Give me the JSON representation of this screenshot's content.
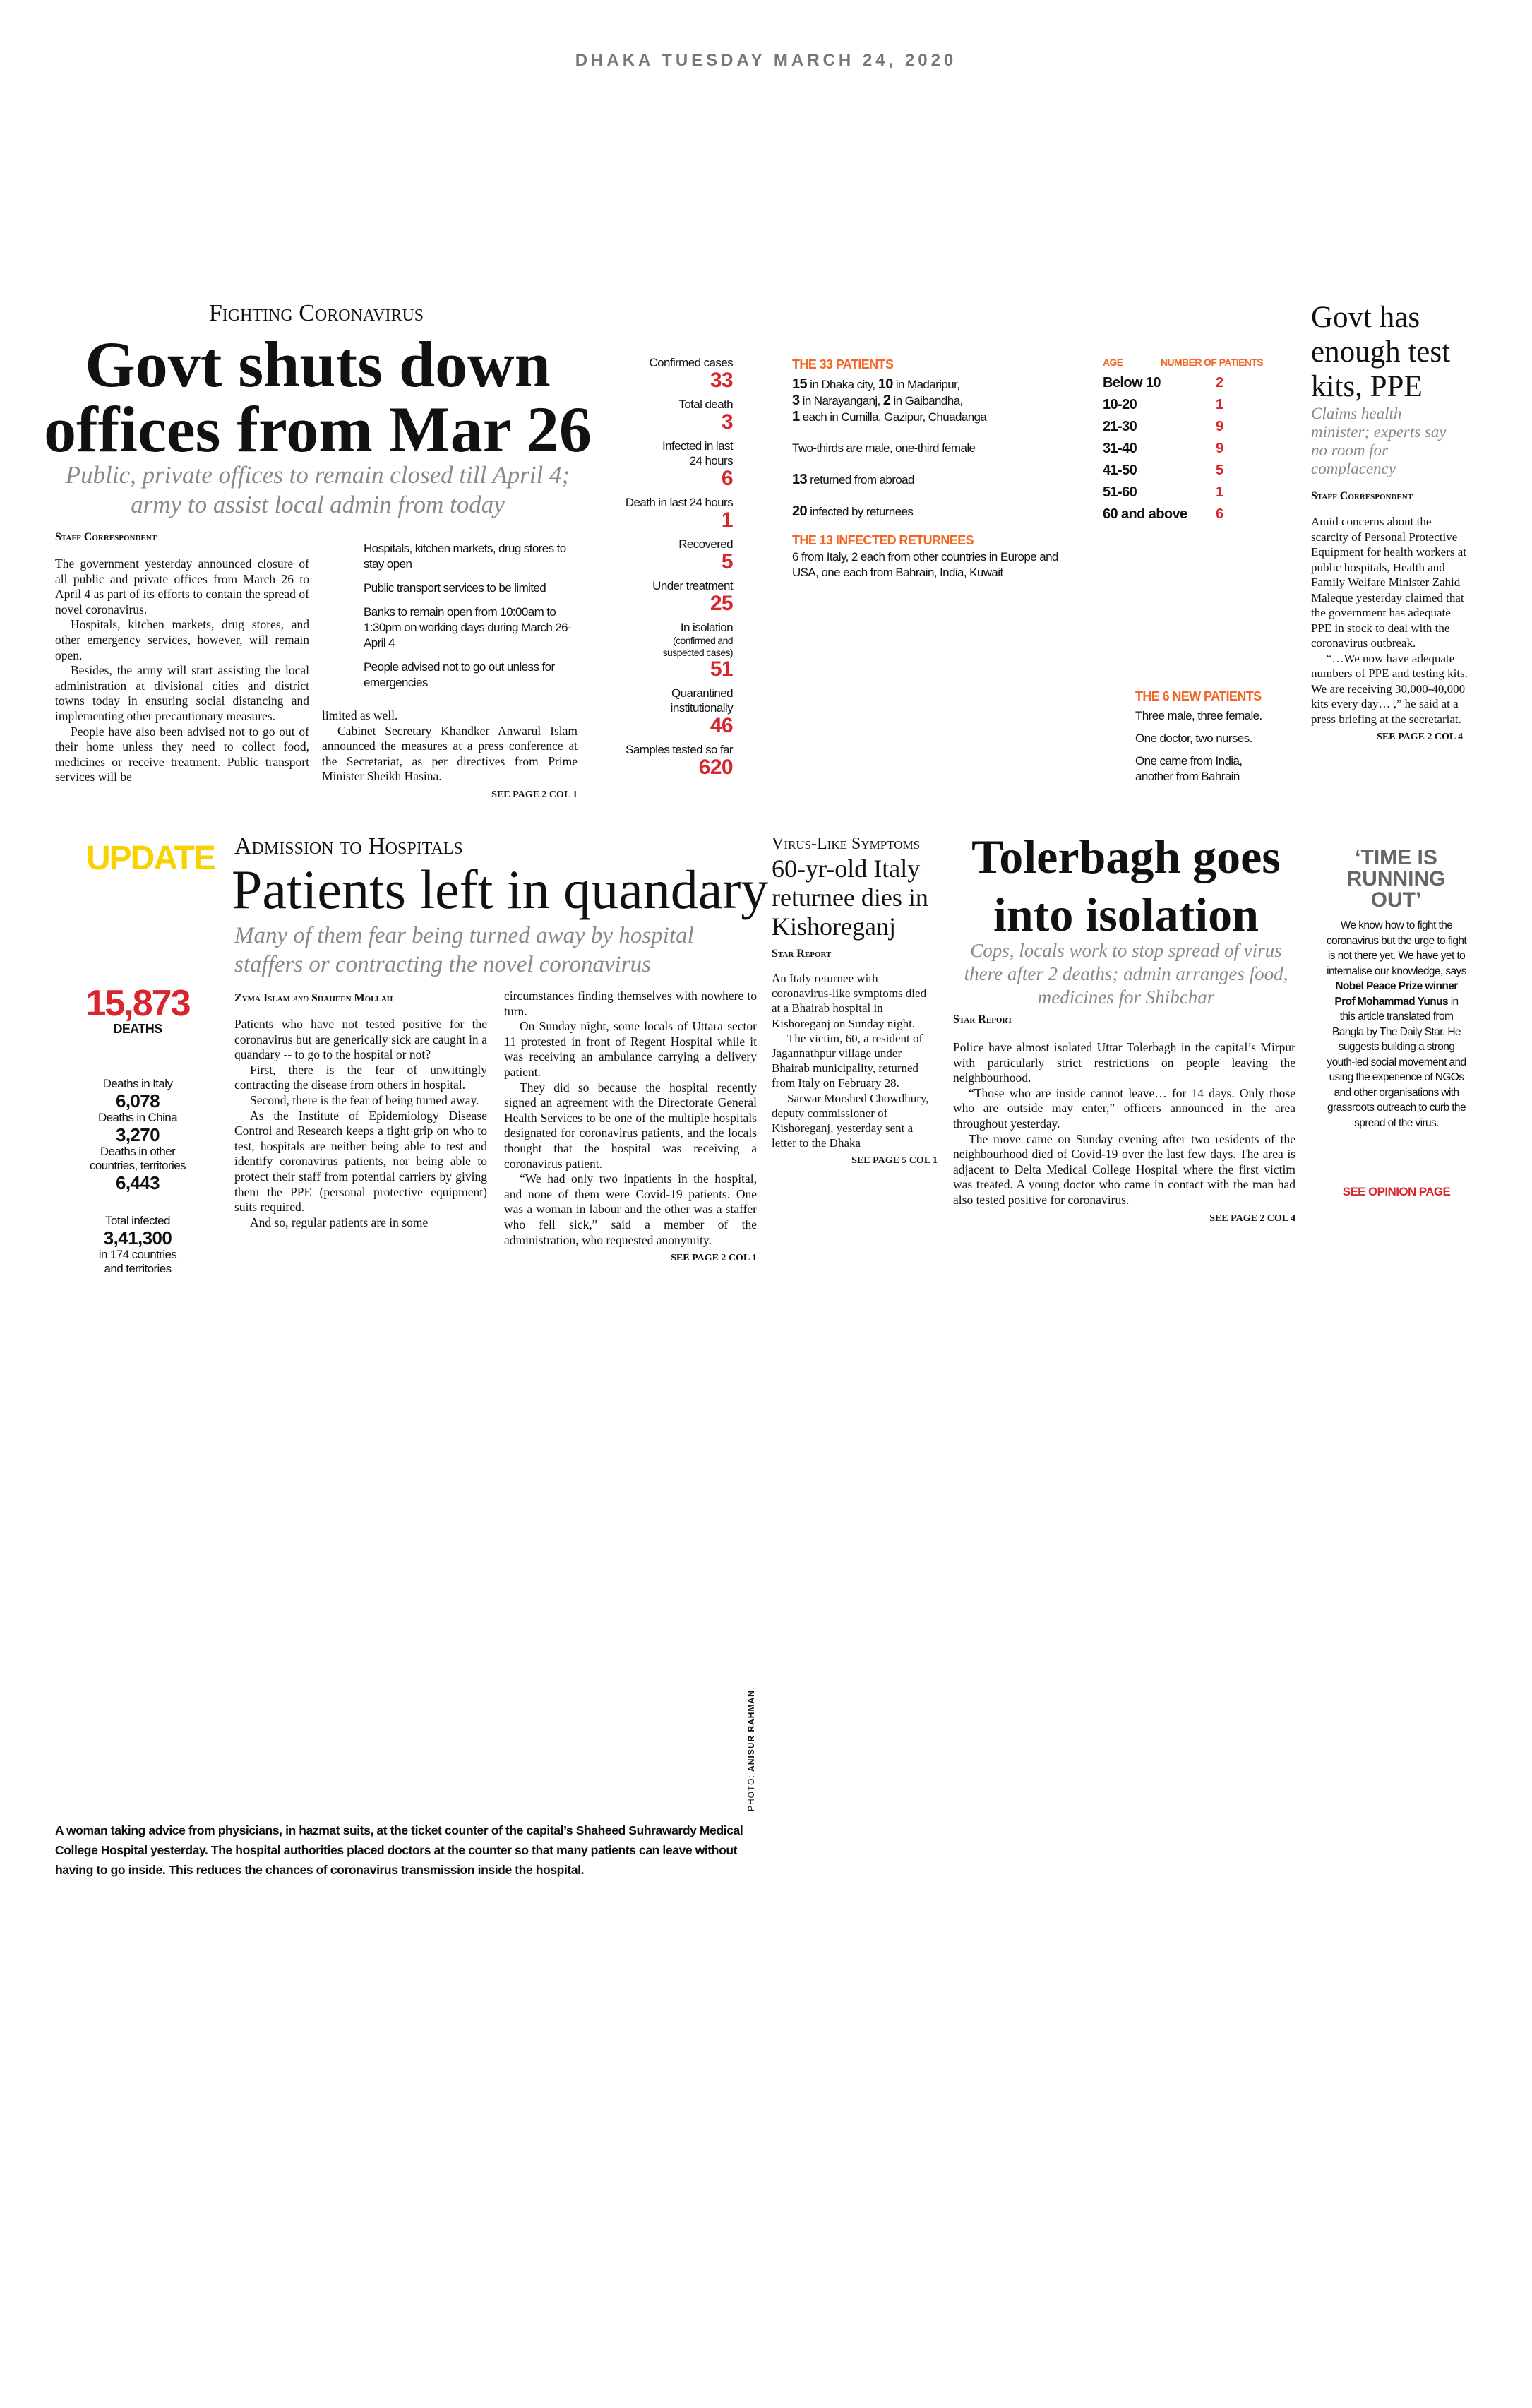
{
  "dateline": "DHAKA TUESDAY MARCH 24, 2020",
  "lead": {
    "kicker": "Fighting Coronavirus",
    "headline_1": "Govt shuts down",
    "headline_2": "offices from Mar 26",
    "subhead_1": "Public, private offices to remain closed till April 4;",
    "subhead_2": "army to assist local admin from today",
    "byline": "Staff Correspondent",
    "col1": [
      "The government yesterday announced closure of all public and private offices from March 26 to April 4 as part of its efforts to contain the spread of novel coronavirus.",
      "Hospitals, kitchen markets, drug stores, and other emergency services, however, will remain open.",
      "Besides, the army will start assisting the local administration at divisional cities and district towns today in ensuring social distancing and implementing other precautionary measures.",
      "People have also been advised not to go out of their home unless they need to collect food, medicines or receive treatment. Public transport services will be"
    ],
    "bullets": [
      "Hospitals, kitchen markets, drug stores to stay open",
      "Public transport services to be limited",
      "Banks to remain open from 10:00am to 1:30pm on working days during March 26-April 4",
      "People advised not to go out unless for emergencies"
    ],
    "col2": [
      "limited as well.",
      "Cabinet Secretary Khandker Anwarul Islam announced the measures at a press conference at the Secretariat, as per directives from Prime Minister Sheikh Hasina."
    ],
    "jump": "SEE PAGE 2 COL 1"
  },
  "stats": [
    {
      "label": "Confirmed cases",
      "value": "33"
    },
    {
      "label": "Total death",
      "value": "3"
    },
    {
      "label": "Infected in last 24 hours",
      "value": "6"
    },
    {
      "label": "Death in last 24 hours",
      "value": "1"
    },
    {
      "label": "Recovered",
      "value": "5"
    },
    {
      "label": "Under treatment",
      "value": "25"
    },
    {
      "label": "In isolation",
      "sublabel": "(confirmed and suspected cases)",
      "value": "51"
    },
    {
      "label": "Quarantined institutionally",
      "value": "46"
    },
    {
      "label": "Samples tested so far",
      "value": "620"
    }
  ],
  "patients33": {
    "title": "THE 33 PATIENTS",
    "lines": [
      [
        "15",
        " in Dhaka city, ",
        "10",
        " in Madaripur,"
      ],
      [
        "3",
        " in Narayanganj, ",
        "2",
        " in Gaibandha,"
      ],
      [
        "1",
        " each in Cumilla, Gazipur, Chuadanga",
        "",
        ""
      ]
    ],
    "gender": "Two-thirds are male, one-third female",
    "abroad_n": "13",
    "abroad": " returned from abroad",
    "returnees_n": "20",
    "returnees": " infected by returnees",
    "ret_title": "THE 13 INFECTED RETURNEES",
    "ret_text": "6 from Italy, 2 each from other countries in Europe and USA, one each from Bahrain, India, Kuwait"
  },
  "age_table": {
    "col_age": "AGE",
    "col_num": "NUMBER OF PATIENTS",
    "rows": [
      {
        "age": "Below 10",
        "n": "2"
      },
      {
        "age": "10-20",
        "n": "1"
      },
      {
        "age": "21-30",
        "n": "9"
      },
      {
        "age": "31-40",
        "n": "9"
      },
      {
        "age": "41-50",
        "n": "5"
      },
      {
        "age": "51-60",
        "n": "1"
      },
      {
        "age": "60 and above",
        "n": "6"
      }
    ]
  },
  "new6": {
    "title": "THE 6 NEW PATIENTS",
    "lines": [
      "Three male, three female.",
      "One doctor, two nurses.",
      "One came from India, another from Bahrain"
    ]
  },
  "ppe": {
    "headline": "Govt has enough test kits, PPE",
    "subhead": "Claims health minister; experts say no room for complacency",
    "byline": "Staff Correspondent",
    "body": [
      "Amid concerns about the scarcity of Personal Protective Equipment for health workers at public hospitals, Health and Family Welfare Minister Zahid Maleque yesterday claimed that the government has adequate PPE in stock to deal with the coronavirus outbreak.",
      "“…We now have adequate numbers of PPE and testing kits. We are receiving 30,000-40,000 kits every day… ,” he said at a press briefing at the secretariat."
    ],
    "jump": "SEE PAGE 2 COL 4"
  },
  "update": {
    "label": "UPDATE",
    "deaths": "15,873",
    "deaths_label": "DEATHS",
    "items": [
      {
        "label": "Deaths in Italy",
        "value": "6,078"
      },
      {
        "label": "Deaths in China",
        "value": "3,270"
      },
      {
        "label": "Deaths in other countries, territories",
        "value": "6,443"
      }
    ],
    "infected_label": "Total infected",
    "infected": "3,41,300",
    "infected_note": "in 174 countries and territories"
  },
  "quandary": {
    "kicker": "Admission to Hospitals",
    "headline": "Patients left in quandary",
    "subhead": "Many of them fear being turned away by hospital staffers or contracting the novel coronavirus",
    "byline_a": "Zyma Islam",
    "byline_and": "and",
    "byline_b": "Shaheen Mollah",
    "col1": [
      "Patients who have not tested positive for the coronavirus but are generically sick are caught in a quandary -- to go to the hospital or not?",
      "First, there is the fear of unwittingly contracting the disease from others in hospital.",
      "Second, there is the fear of being turned away.",
      "As the Institute of Epidemiology Disease Control and Research keeps a tight grip on who to test, hospitals are neither being able to test and identify coronavirus patients, nor being able to protect their staff from potential carriers by giving them the PPE (personal protective equipment) suits required.",
      "And so, regular patients are in some"
    ],
    "col2": [
      "circumstances finding themselves with nowhere to turn.",
      "On Sunday night, some locals of Uttara sector 11 protested in front of Regent Hospital while it was receiving an ambulance carrying a delivery patient.",
      "They did so because the hospital recently signed an agreement with the Directorate General Health Services to be one of the multiple hospitals designated for coronavirus patients, and the locals thought that the hospital was receiving a coronavirus patient.",
      "“We had only two inpatients in the hospital, and none of them were Covid-19 patients. One was a woman in labour and the other was a staffer who fell sick,” said a member of the administration, who requested anonymity."
    ],
    "jump": "SEE PAGE 2 COL 1"
  },
  "italy": {
    "kicker": "Virus-Like Symptoms",
    "headline": "60-yr-old Italy returnee dies in Kishoreganj",
    "byline": "Star Report",
    "body": [
      "An Italy returnee with coronavirus-like symptoms died at a Bhairab hospital in Kishoreganj on Sunday night.",
      "The victim, 60, a resident of Jagannathpur village under Bhairab municipality, returned from Italy on February 28.",
      "Sarwar Morshed Chowdhury, deputy commissioner of Kishoreganj, yesterday sent a letter to the Dhaka"
    ],
    "jump": "SEE PAGE 5 COL 1"
  },
  "tolerbagh": {
    "headline_1": "Tolerbagh goes",
    "headline_2": "into isolation",
    "subhead": "Cops, locals work to stop spread of virus there after 2 deaths; admin arranges food, medicines for Shibchar",
    "byline": "Star Report",
    "body": [
      "Police have almost isolated Uttar Tolerbagh in the capital’s Mirpur with particularly strict restrictions on people leaving the neighbourhood.",
      "“Those who are inside cannot leave… for 14 days. Only those who are outside may enter,” officers announced in the area throughout yesterday.",
      "The move came on Sunday evening after two residents of the neighbourhood died of Covid-19 over the last few days. The area is adjacent to Delta Medical College Hospital where the first victim was treated. A young doctor who came in contact with the man had also tested positive for coronavirus."
    ],
    "jump": "SEE PAGE 2 COL 4"
  },
  "opinion": {
    "headline": "‘TIME IS RUNNING OUT’",
    "text_1": "We know how to fight the coronavirus but the urge to fight is not there yet. We have yet to internalise our knowledge, says ",
    "text_bold": "Nobel Peace Prize winner Prof Mohammad Yunus",
    "text_2": " in this article translated from Bangla by The Daily Star. He suggests building a strong youth-led social movement and using the experience of NGOs and other organisations with grassroots outreach to curb the spread of the virus.",
    "link": "SEE OPINION PAGE"
  },
  "photo": {
    "credit_prefix": "PHOTO: ",
    "credit_name": "ANISUR RAHMAN",
    "caption": "A woman taking advice from physicians, in hazmat suits, at the ticket counter of the capital’s Shaheed Suhrawardy Medical College Hospital yesterday. The hospital authorities placed doctors at the counter so that many patients can leave without having to go inside. This reduces the chances of coronavirus transmission inside the hospital."
  },
  "colors": {
    "red": "#d7262e",
    "orange": "#f26522",
    "yellow": "#f7d100",
    "gray": "#888888"
  }
}
